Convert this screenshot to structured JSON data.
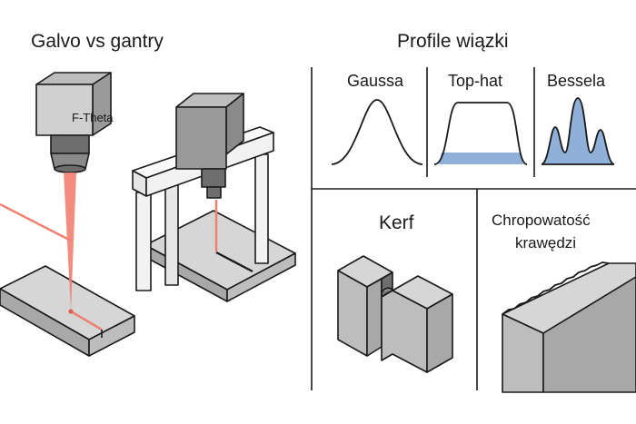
{
  "galvo_section": {
    "title": "Galvo vs gantry",
    "lens_label": "F-Theta"
  },
  "beam_profiles_section": {
    "title": "Profile wiązki",
    "profiles": [
      {
        "label": "Gaussa",
        "type": "gaussian"
      },
      {
        "label": "Top-hat",
        "type": "top-hat"
      },
      {
        "label": "Bessela",
        "type": "bessel"
      }
    ]
  },
  "kerf_section": {
    "label": "Kerf"
  },
  "roughness_section": {
    "label_line1": "Chropowatość",
    "label_line2": "krawędzi"
  },
  "colors": {
    "line": "#1a1a1a",
    "laser": "#f08070",
    "fill_blue": "#8fb0d8",
    "metal_top": "#d6d6d6",
    "metal_side": "#a8a8a8",
    "head_dark": "#6e6e6e",
    "head_mid": "#9a9a9a",
    "frame": "#f2f2f2"
  }
}
